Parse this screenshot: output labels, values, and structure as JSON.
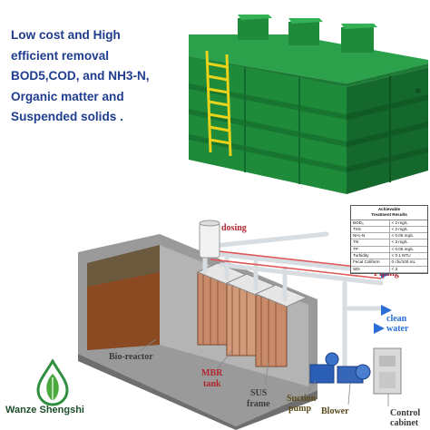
{
  "headline": {
    "lines": [
      "Low cost and High",
      "efficient removal",
      "BOD5,COD, and NH3-N,",
      "Organic matter and",
      "Suspended solids ."
    ],
    "color": "#1f3d8f"
  },
  "colors": {
    "tank_green": "#1f8a3a",
    "ladder_yellow": "#e8d21a",
    "label_red": "#b3252f",
    "label_blue": "#2a6fd6"
  },
  "diagram": {
    "labels": {
      "dosing": "dosing",
      "piping": "Piping",
      "clean_water_1": "clean",
      "clean_water_2": "water",
      "bio_reactor": "Bio-reactor",
      "mbr_tank_1": "MBR",
      "mbr_tank_2": "tank",
      "sus_frame_1": "SUS",
      "sus_frame_2": "frame",
      "suction_pump_1": "Suction",
      "suction_pump_2": "pump",
      "blower": "Blower",
      "control_cabinet_1": "Control",
      "control_cabinet_2": "cabinet"
    }
  },
  "results_table": {
    "title_1": "Achievable",
    "title_2": "Treatment Results",
    "rows": [
      {
        "param": "BOD₅",
        "value": "< 2 mg/L"
      },
      {
        "param": "TSS",
        "value": "< 2 mg/L"
      },
      {
        "param": "NH₃-N",
        "value": "< 0.05 mg/L"
      },
      {
        "param": "TN",
        "value": "< 3 mg/L"
      },
      {
        "param": "TP",
        "value": "< 0.05 mg/L"
      },
      {
        "param": "Turbidity",
        "value": "< 0.1 NTU"
      },
      {
        "param": "Fecal Coliform",
        "value": "0 cfu/100 mL"
      },
      {
        "param": "SDI",
        "value": "< 3"
      }
    ]
  },
  "brand": {
    "name": "Wanze Shengshi",
    "logo_icon": "leaf-drop-logo-icon"
  }
}
